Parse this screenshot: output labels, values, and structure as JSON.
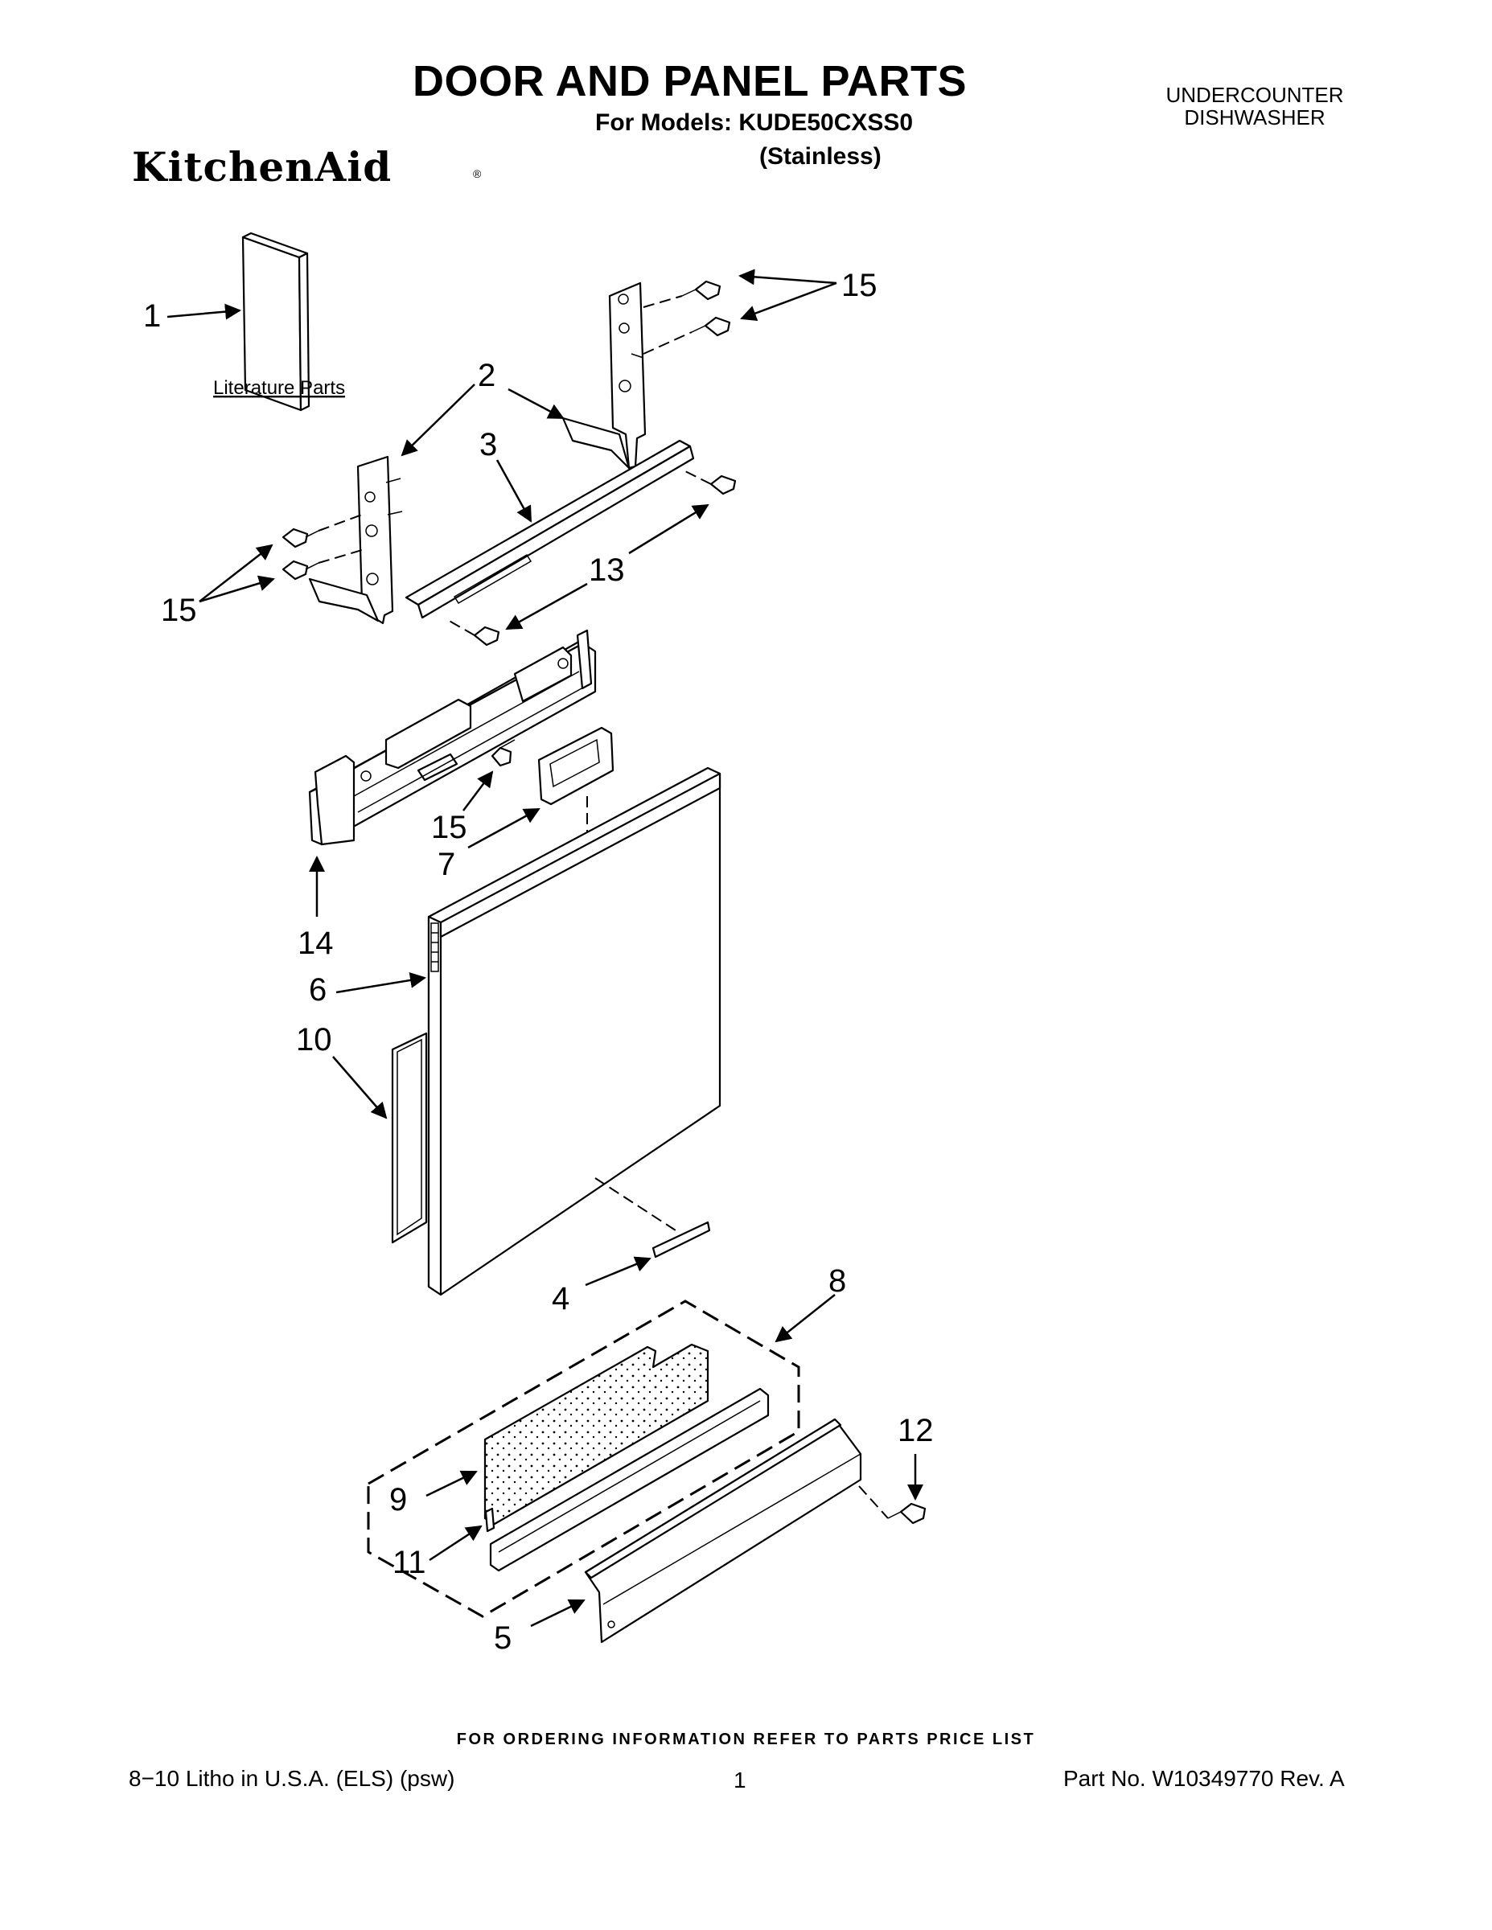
{
  "header": {
    "title": "DOOR AND PANEL PARTS",
    "subtitle": "For Models: KUDE50CXSS0",
    "variant": "(Stainless)",
    "category_line1": "UNDERCOUNTER",
    "category_line2": "DISHWASHER",
    "brand": "KitchenAid"
  },
  "diagram": {
    "literature_label": "Literature Parts",
    "callouts": {
      "c1": "1",
      "c2": "2",
      "c3": "3",
      "c4": "4",
      "c5": "5",
      "c6": "6",
      "c7": "7",
      "c8": "8",
      "c9": "9",
      "c10": "10",
      "c11": "11",
      "c12": "12",
      "c13": "13",
      "c14": "14",
      "c15a": "15",
      "c15b": "15",
      "c15c": "15"
    }
  },
  "footer": {
    "note": "FOR ORDERING INFORMATION REFER TO PARTS PRICE LIST",
    "left": "8−10 Litho in U.S.A. (ELS) (psw)",
    "page": "1",
    "right": "Part No. W10349770 Rev. A"
  }
}
